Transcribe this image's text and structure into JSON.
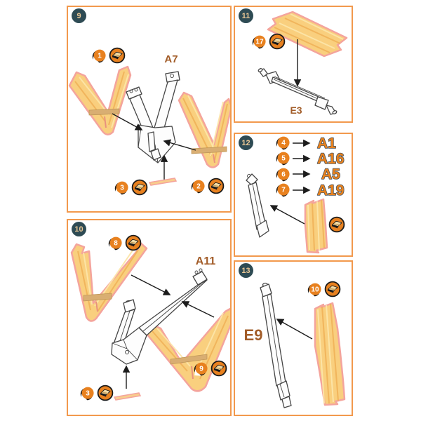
{
  "page": {
    "type": "model-kit-instruction-sheet",
    "background": "#ffffff",
    "panel_border_color": "#F2994D"
  },
  "colors": {
    "badge_bg": "#2E4B54",
    "badge_text": "#EAC795",
    "sticker_orange": "#E8811F",
    "wood_fill": "#F9CF7E",
    "wood_outline": "#F4A49C",
    "label_brown": "#A25C28",
    "label_orange": "#E8821E",
    "line_dark": "#1C1C1C"
  },
  "icons": {
    "wood_veneer_icon": "circular badge showing a wood veneer plank",
    "sticker_number_icon": "orange peeling sticker with number"
  },
  "panels": {
    "p9": {
      "step": "9",
      "part_label": "A7",
      "callouts": {
        "top": {
          "num": "1"
        },
        "bottom_left": {
          "num": "3"
        },
        "bottom_right": {
          "num": "2"
        }
      }
    },
    "p10": {
      "step": "10",
      "part_label": "A11",
      "callouts": {
        "top": {
          "num": "8"
        },
        "right": {
          "num": "9"
        },
        "bottom_left": {
          "num": "3"
        }
      }
    },
    "p11": {
      "step": "11",
      "part_label": "E3",
      "callouts": {
        "top": {
          "num": "17"
        }
      }
    },
    "p12": {
      "step": "12",
      "legend": [
        {
          "num": "4",
          "target": "A1"
        },
        {
          "num": "5",
          "target": "A16"
        },
        {
          "num": "6",
          "target": "A5"
        },
        {
          "num": "7",
          "target": "A19"
        }
      ]
    },
    "p13": {
      "step": "13",
      "part_label": "E9",
      "callouts": {
        "top": {
          "num": "10"
        }
      }
    }
  }
}
